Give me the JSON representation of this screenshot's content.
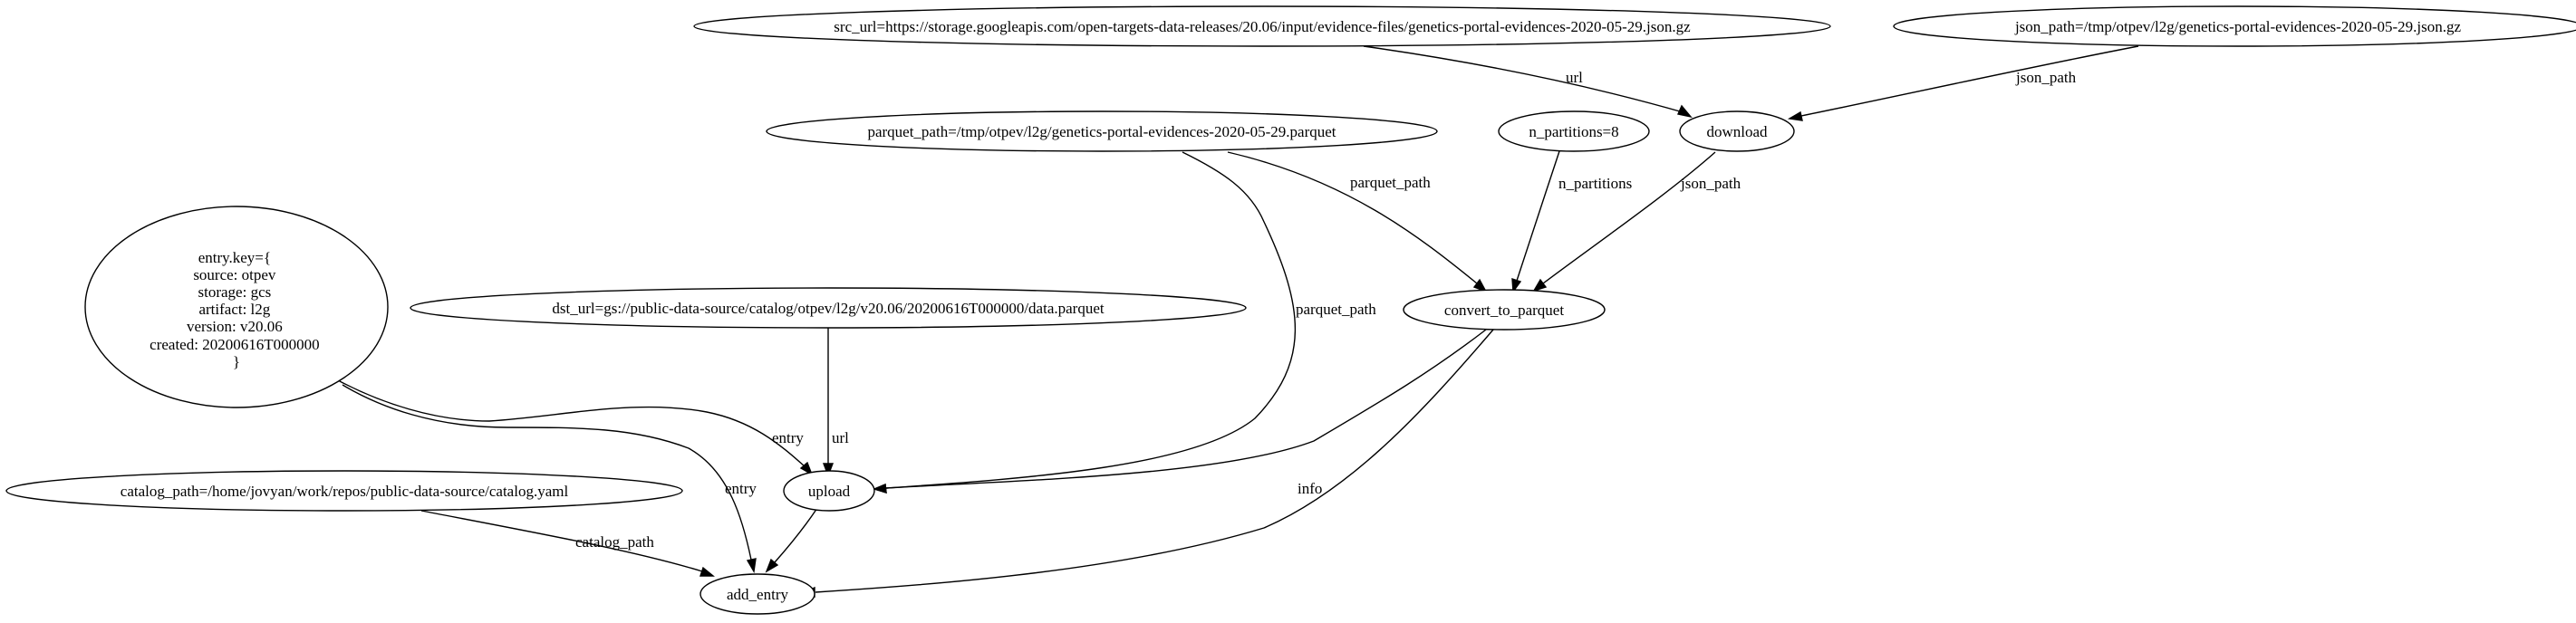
{
  "graph": {
    "nodes": {
      "src_url": [
        "src_url=https://storage.googleapis.com/open-targets-data-releases/20.06/input/evidence-files/genetics-portal-evidences-2020-05-29.json.gz"
      ],
      "json_path": [
        "json_path=/tmp/otpev/l2g/genetics-portal-evidences-2020-05-29.json.gz"
      ],
      "download": [
        "download"
      ],
      "parquet_path": [
        "parquet_path=/tmp/otpev/l2g/genetics-portal-evidences-2020-05-29.parquet"
      ],
      "n_partitions": [
        "n_partitions=8"
      ],
      "entry_key": [
        "entry.key={",
        "source: otpev",
        "storage: gcs",
        "artifact: l2g",
        "version: v20.06",
        "created: 20200616T000000",
        "}"
      ],
      "dst_url": [
        "dst_url=gs://public-data-source/catalog/otpev/l2g/v20.06/20200616T000000/data.parquet"
      ],
      "convert_to_parquet": [
        "convert_to_parquet"
      ],
      "catalog_path": [
        "catalog_path=/home/jovyan/work/repos/public-data-source/catalog.yaml"
      ],
      "upload": [
        "upload"
      ],
      "add_entry": [
        "add_entry"
      ]
    },
    "edges": {
      "src_url_download": "url",
      "json_path_download": "json_path",
      "parquet_path_convert": "parquet_path",
      "n_partitions_convert": "n_partitions",
      "download_convert": "json_path",
      "parquet_path_upload": "parquet_path",
      "entry_upload": "entry",
      "dst_url_upload": "url",
      "convert_upload": "",
      "entry_add_entry": "entry",
      "convert_add_entry": "info",
      "catalog_path_add_entry": "catalog_path",
      "upload_add_entry": ""
    }
  }
}
